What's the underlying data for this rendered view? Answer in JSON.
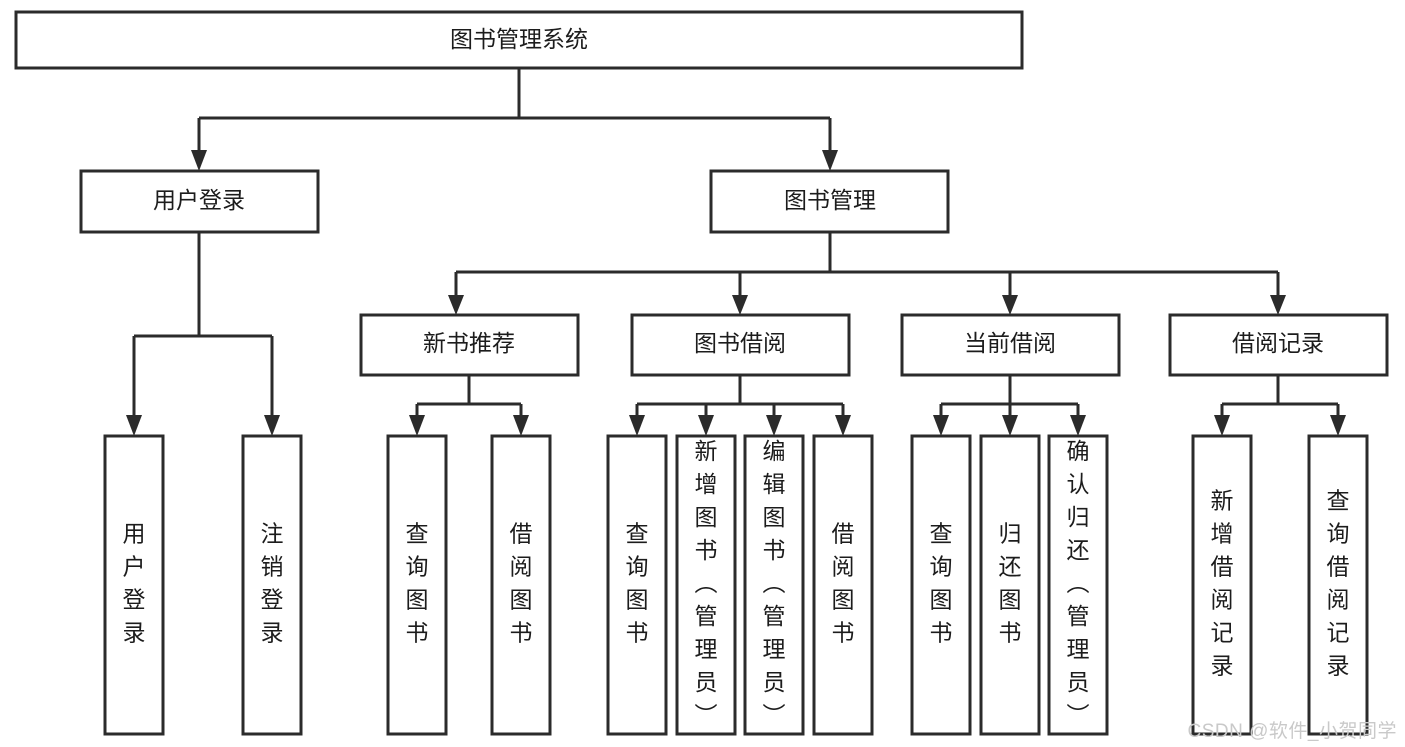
{
  "diagram": {
    "type": "tree-hierarchy-chart",
    "title": "图书管理系统",
    "colors": {
      "box_fill": "#ffffff",
      "box_stroke": "#2b2b2b",
      "connector": "#2b2b2b",
      "text": "#1c1c1c",
      "watermark": "#c9c9c9"
    },
    "levels": {
      "level1": [
        {
          "id": "root",
          "label": "图书管理系统"
        }
      ],
      "level2": [
        {
          "id": "user-login",
          "label": "用户登录"
        },
        {
          "id": "book-manage",
          "label": "图书管理"
        }
      ],
      "level3": [
        {
          "id": "new-book-rec",
          "label": "新书推荐"
        },
        {
          "id": "book-borrow",
          "label": "图书借阅"
        },
        {
          "id": "current-borrow",
          "label": "当前借阅"
        },
        {
          "id": "borrow-record",
          "label": "借阅记录"
        }
      ],
      "level4": [
        {
          "id": "leaf-user-login",
          "label": "用户登录",
          "parent": "user-login"
        },
        {
          "id": "leaf-logout",
          "label": "注销登录",
          "parent": "user-login"
        },
        {
          "id": "leaf-query-book-1",
          "label": "查询图书",
          "parent": "new-book-rec"
        },
        {
          "id": "leaf-borrow-book-1",
          "label": "借阅图书",
          "parent": "new-book-rec"
        },
        {
          "id": "leaf-query-book-2",
          "label": "查询图书",
          "parent": "book-borrow"
        },
        {
          "id": "leaf-add-book",
          "label": "新增图书（管理员）",
          "parent": "book-borrow"
        },
        {
          "id": "leaf-edit-book",
          "label": "编辑图书（管理员）",
          "parent": "book-borrow"
        },
        {
          "id": "leaf-borrow-book-2",
          "label": "借阅图书",
          "parent": "book-borrow"
        },
        {
          "id": "leaf-query-book-3",
          "label": "查询图书",
          "parent": "current-borrow"
        },
        {
          "id": "leaf-return-book",
          "label": "归还图书",
          "parent": "current-borrow"
        },
        {
          "id": "leaf-confirm-return",
          "label": "确认归还（管理员）",
          "parent": "current-borrow"
        },
        {
          "id": "leaf-add-record",
          "label": "新增借阅记录",
          "parent": "borrow-record"
        },
        {
          "id": "leaf-query-record",
          "label": "查询借阅记录",
          "parent": "borrow-record"
        }
      ]
    }
  },
  "watermark": {
    "text": "CSDN @软件_小贺同学"
  }
}
